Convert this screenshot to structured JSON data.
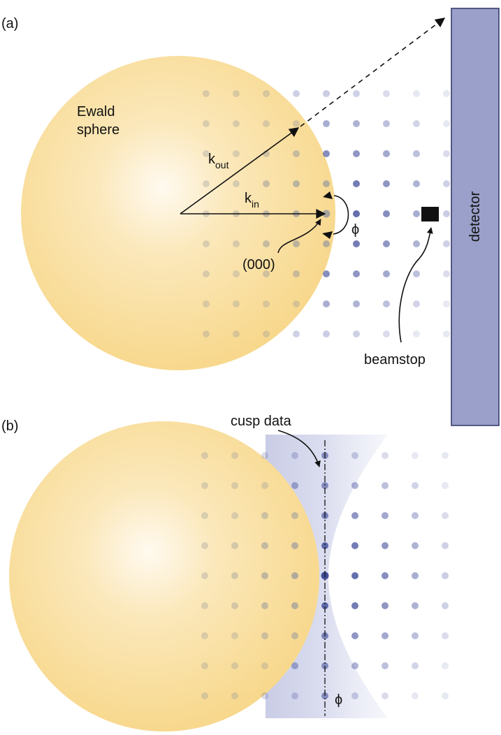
{
  "panel_a": {
    "label": "(a)",
    "ewald_label_line1": "Ewald",
    "ewald_label_line2": "sphere",
    "k_out_main": "k",
    "k_out_sub": "out",
    "k_in_main": "k",
    "k_in_sub": "in",
    "origin_label": "(000)",
    "phi_label": "ϕ",
    "beamstop_label": "beamstop",
    "detector_label": "detector"
  },
  "panel_b": {
    "label": "(b)",
    "cusp_label": "cusp data",
    "phi_label": "ϕ"
  },
  "colors": {
    "sphere": "#f7d98a",
    "sphere_highlight": "#fffaf0",
    "lattice_blue": "#3a4796",
    "lattice_grey": "#9c9c9c",
    "detector_fill": "#9aa0c9",
    "detector_stroke": "#2f3366",
    "cusp_shade": "#c7cae2",
    "text": "#111111"
  }
}
